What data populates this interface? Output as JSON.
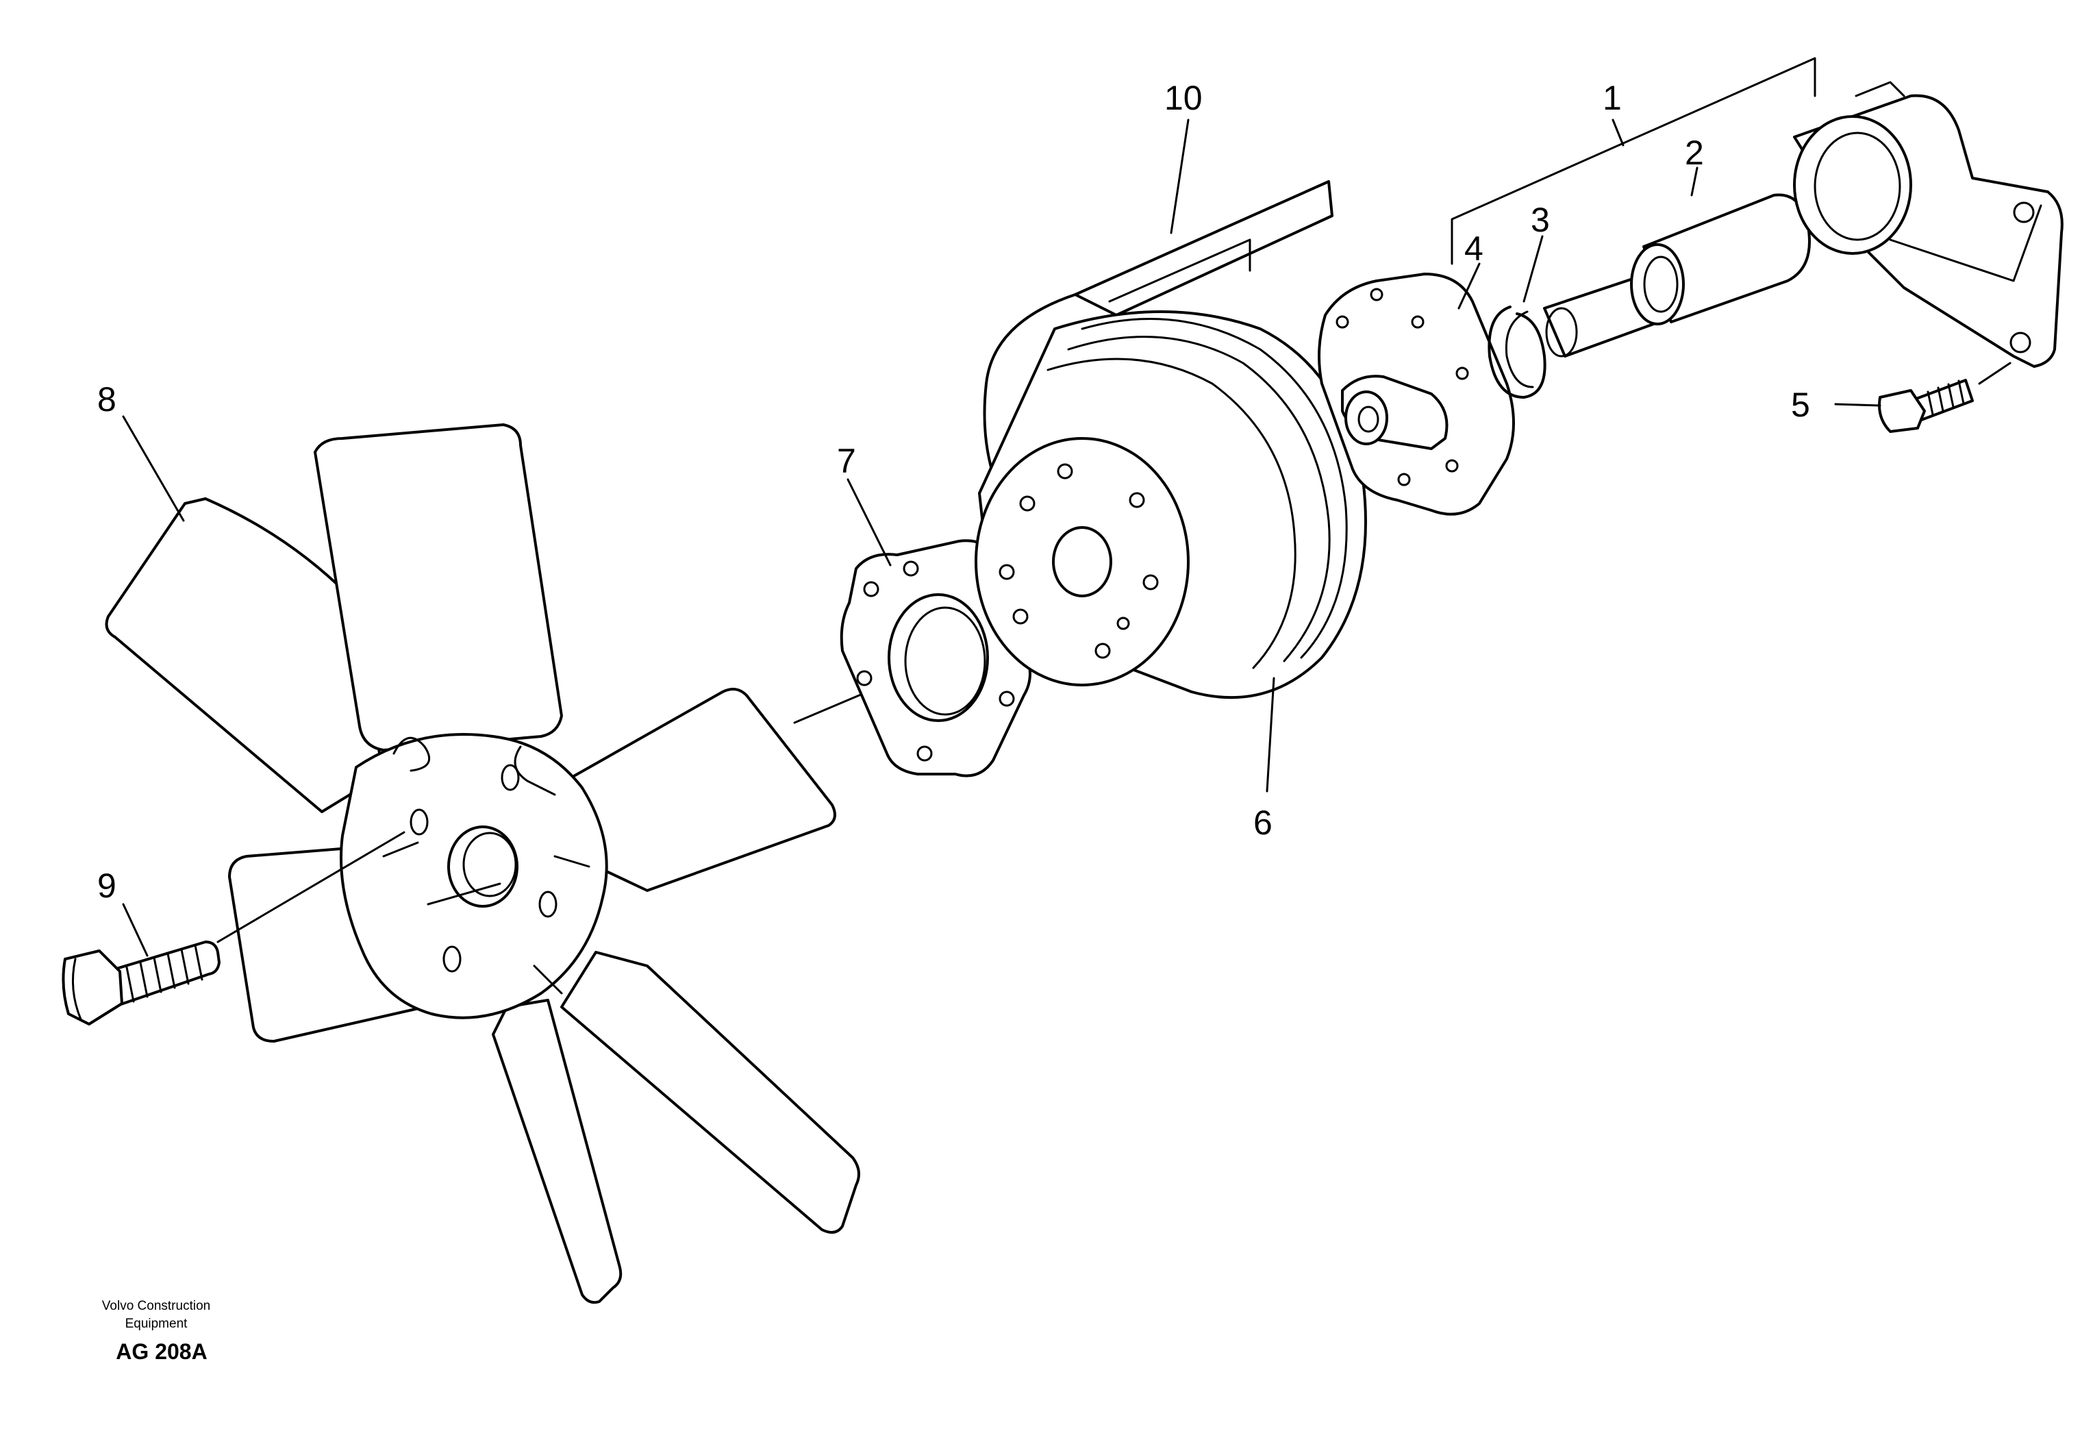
{
  "callouts": [
    {
      "id": "1",
      "label": "1"
    },
    {
      "id": "2",
      "label": "2"
    },
    {
      "id": "3",
      "label": "3"
    },
    {
      "id": "4",
      "label": "4"
    },
    {
      "id": "5",
      "label": "5"
    },
    {
      "id": "6",
      "label": "6"
    },
    {
      "id": "7",
      "label": "7"
    },
    {
      "id": "8",
      "label": "8"
    },
    {
      "id": "9",
      "label": "9"
    },
    {
      "id": "10",
      "label": "10"
    }
  ],
  "footer": {
    "brand_line1": "Volvo Construction",
    "brand_line2": "Equipment",
    "figure_code": "AG 208A"
  }
}
